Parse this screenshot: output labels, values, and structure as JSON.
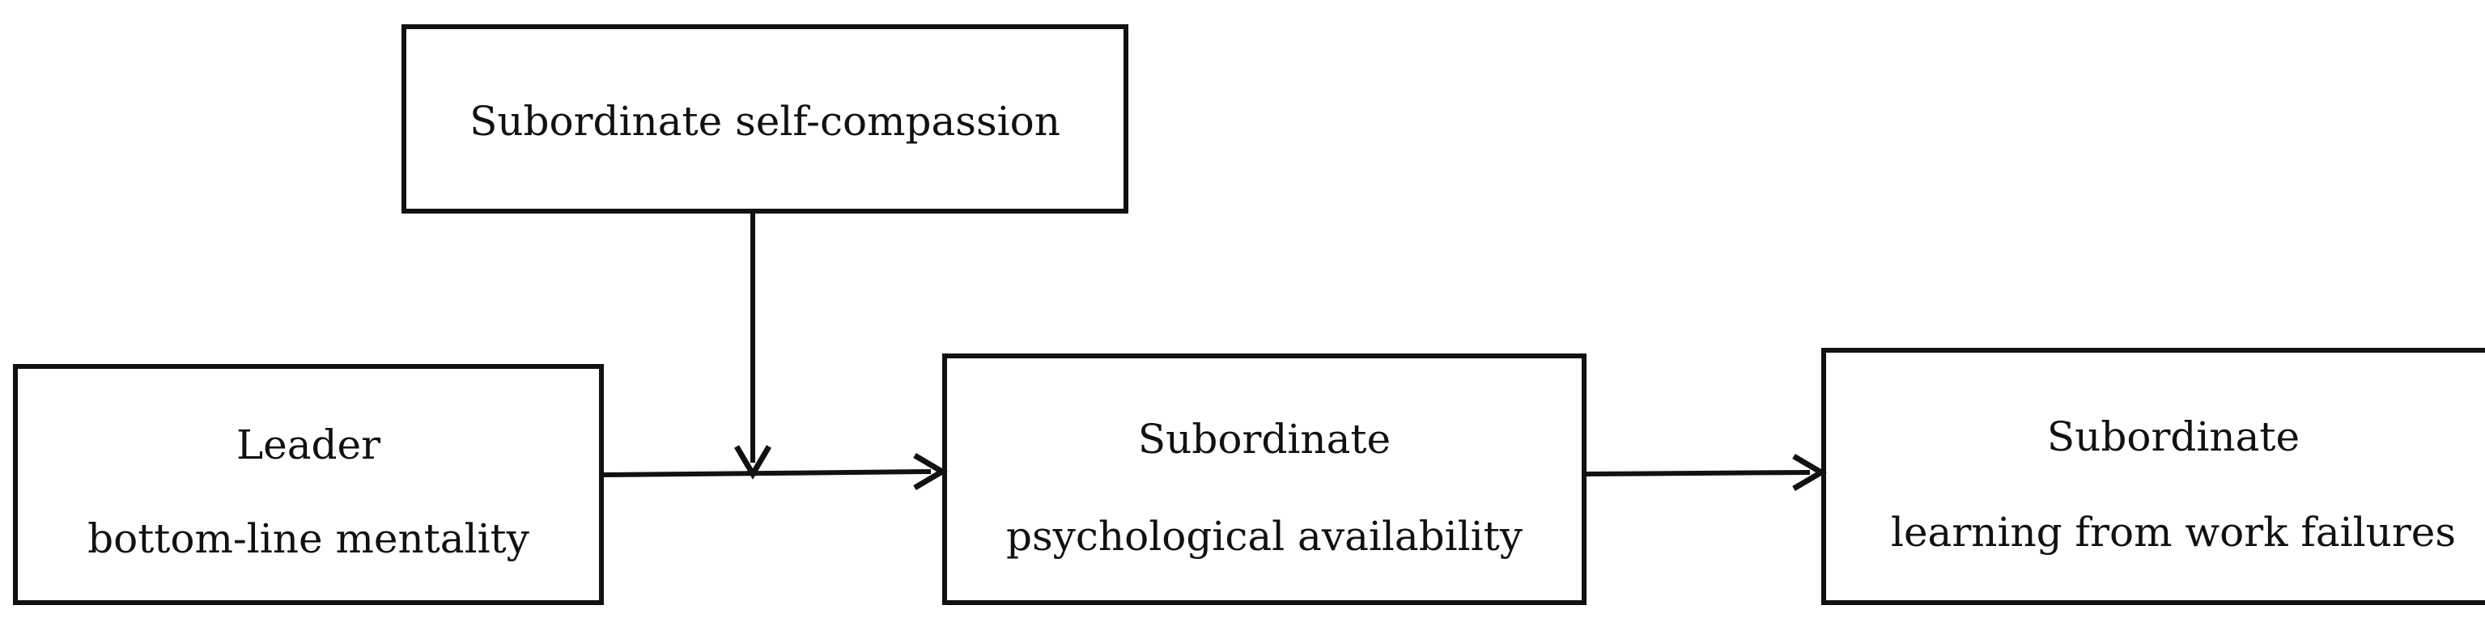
{
  "diagram": {
    "nodes": {
      "moderator": {
        "lines": [
          "Subordinate self-compassion"
        ]
      },
      "predictor": {
        "lines": [
          "Leader",
          "bottom-line mentality"
        ]
      },
      "mediator": {
        "lines": [
          "Subordinate",
          "psychological availability"
        ]
      },
      "outcome": {
        "lines": [
          "Subordinate",
          "learning from work failures"
        ]
      }
    },
    "edges": [
      {
        "from": "predictor",
        "to": "mediator"
      },
      {
        "from": "mediator",
        "to": "outcome"
      },
      {
        "from": "moderator",
        "to": "predictor-mediator-path"
      }
    ]
  }
}
